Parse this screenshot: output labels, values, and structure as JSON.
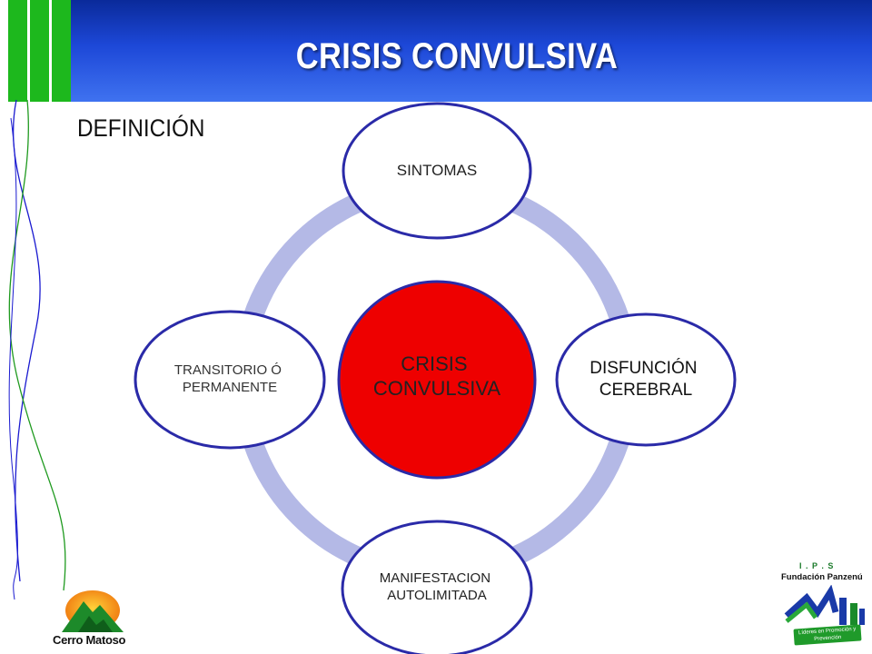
{
  "title": "CRISIS CONVULSIVA",
  "subtitle": "DEFINICIÓN",
  "diagram": {
    "center": {
      "lines": [
        "CRISIS",
        "CONVULSIVA"
      ]
    },
    "nodes": {
      "top": {
        "lines": [
          "SINTOMAS"
        ]
      },
      "right": {
        "lines": [
          "DISFUNCIÓN",
          "CEREBRAL"
        ]
      },
      "bottom": {
        "lines": [
          "MANIFESTACION",
          "AUTOLIMITADA"
        ]
      },
      "left": {
        "lines": [
          "TRANSITORIO Ó",
          "PERMANENTE"
        ]
      }
    }
  },
  "logos": {
    "left": "Cerro Matoso",
    "right": {
      "ips": "I . P . S",
      "name": "Fundación Panzenú",
      "ribbon": "Líderes en Promoción y Prevención"
    }
  },
  "colors": {
    "header": "#1d48d8",
    "green_bar": "#1db81d",
    "ring": "#b4b9e6",
    "node_stroke": "#2a2aa8",
    "center_fill": "#ee0000"
  }
}
